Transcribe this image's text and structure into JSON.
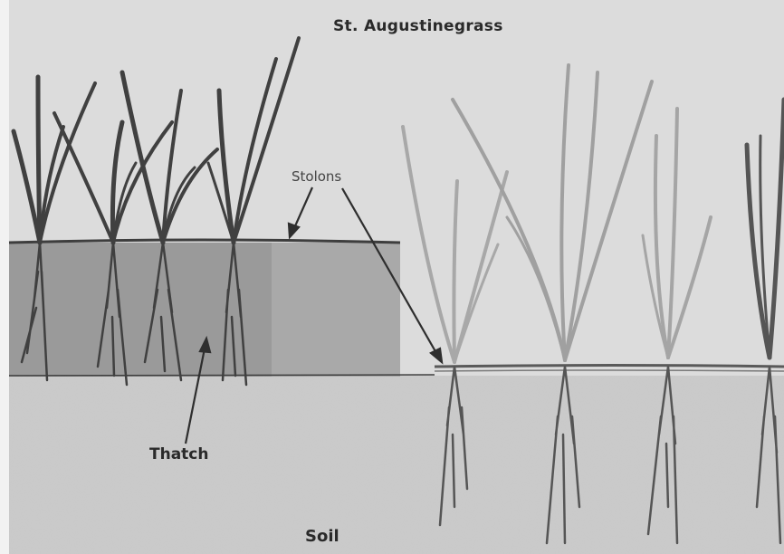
{
  "figure": {
    "title": "St. Augustinegrass",
    "labels": {
      "stolons": "Stolons",
      "thatch": "Thatch",
      "soil": "Soil"
    }
  },
  "colors": {
    "paper": "#d9d9d9",
    "ink": "#2a2a2a",
    "thatch": "#8c8c8c",
    "soil": "#c9c9c9",
    "plant_dark": "#4a4a4a",
    "plant_light": "#b5b5b5"
  }
}
